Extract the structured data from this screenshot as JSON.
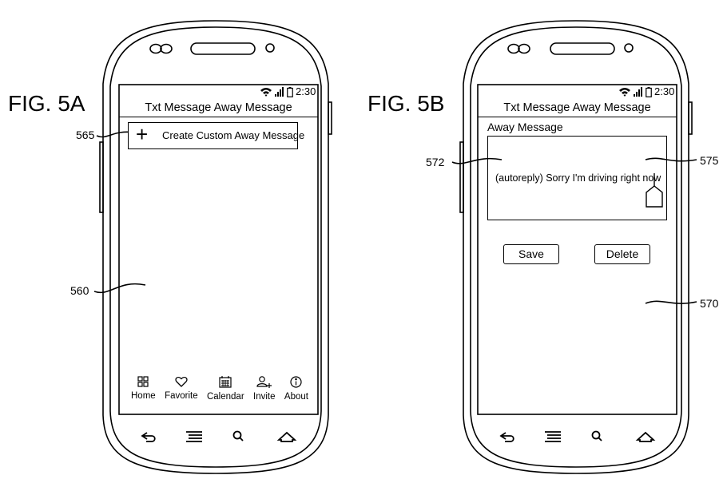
{
  "figures": [
    {
      "id": "fig-5a",
      "label": "FIG. 5A",
      "status": {
        "time": "2:30"
      },
      "title": "Txt Message Away Message",
      "create_button": {
        "label": "Create Custom Away Message"
      },
      "nav": [
        {
          "label": "Home",
          "icon": "grid-icon"
        },
        {
          "label": "Favorite",
          "icon": "heart-icon"
        },
        {
          "label": "Calendar",
          "icon": "calendar-icon"
        },
        {
          "label": "Invite",
          "icon": "add-person-icon"
        },
        {
          "label": "About",
          "icon": "info-icon"
        }
      ],
      "refs": {
        "create": "565",
        "screen": "560"
      }
    },
    {
      "id": "fig-5b",
      "label": "FIG. 5B",
      "status": {
        "time": "2:30"
      },
      "title": "Txt Message Away Message",
      "section_label": "Away Message",
      "message_text": "(autoreply) Sorry I'm driving right now",
      "save_label": "Save",
      "delete_label": "Delete",
      "refs": {
        "text_box": "572",
        "cursor": "575",
        "screen": "570"
      }
    }
  ],
  "hardware_keys": [
    "back-icon",
    "menu-icon",
    "search-icon",
    "home-icon"
  ]
}
